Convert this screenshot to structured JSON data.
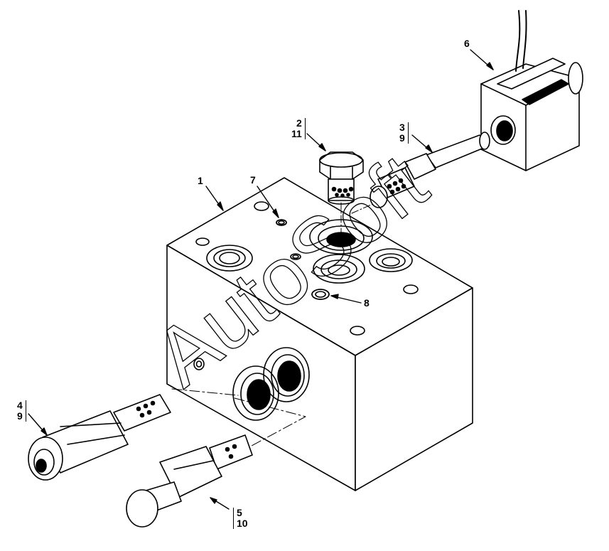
{
  "watermark": "AutoSoft",
  "callouts": {
    "c1": "1",
    "c2": "2",
    "c11": "11",
    "c3": "3",
    "c9a": "9",
    "c6": "6",
    "c7": "7",
    "c8": "8",
    "c4": "4",
    "c9b": "9",
    "c5": "5",
    "c10": "10"
  }
}
